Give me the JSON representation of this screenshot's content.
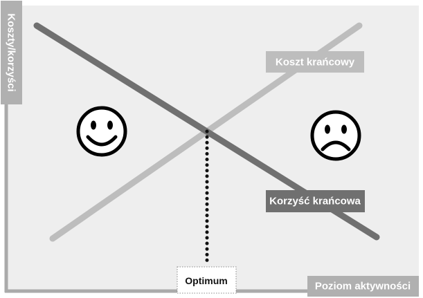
{
  "labels": {
    "y_axis": "Koszty/korzyści",
    "x_axis": "Poziom aktywności",
    "cost_line": "Koszt krańcowy",
    "benefit_line": "Korzyść krańcowa",
    "optimum": "Optimum"
  },
  "faces": {
    "left": "happy-face-icon",
    "right": "sad-face-icon"
  },
  "colors": {
    "panel_bg": "#eeeeee",
    "axis": "#aaaaaa",
    "benefit_line": "#707070",
    "cost_line": "#bdbdbd",
    "optimum_marker": "#111111"
  }
}
